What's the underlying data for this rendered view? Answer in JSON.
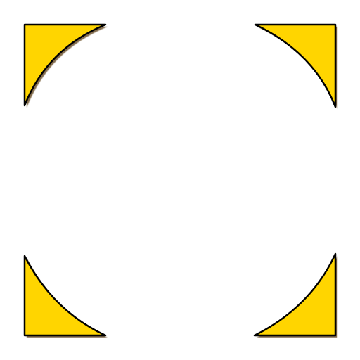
{
  "colors": {
    "background": "#ffffff",
    "fill": "#FFD500",
    "outline": "#000000",
    "shadow": "#5a3b0a"
  },
  "icon": {
    "name": "corner-frame-icon",
    "corners": [
      "top-left",
      "top-right",
      "bottom-left",
      "bottom-right"
    ]
  }
}
